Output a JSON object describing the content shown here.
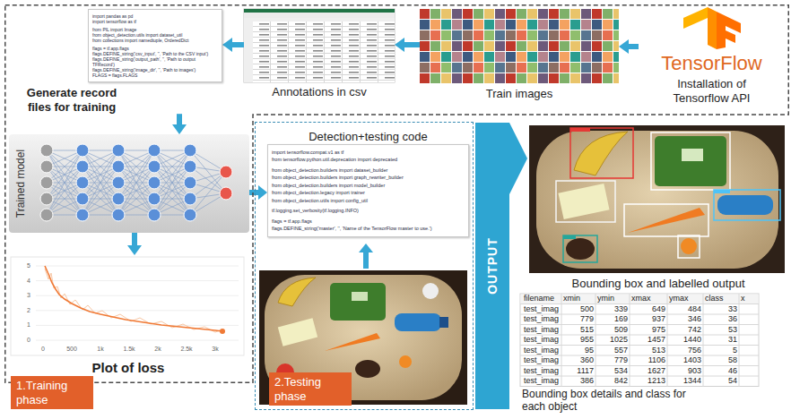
{
  "diagram": {
    "nodes": [
      {
        "text": [
          "1.Training phase"
        ]
      },
      {
        "text": [
          "TensorFlow",
          "Installation of Tensorflow API"
        ],
        "in": 0
      },
      {
        "text": [
          "Train images"
        ],
        "in": 0
      },
      {
        "text": [
          "Annotations in csv"
        ],
        "in": 0
      },
      {
        "text": [
          "import pandas as pd",
          "import tensorflow as tf",
          "from PIL import Image",
          "from object_detection.utils import dataset_util",
          "from collections import namedtuple, OrderedDict",
          "flags = tf.app.flags",
          "flags.DEFINE_string('csv_input', '', 'Path to the CSV input')",
          "flags.DEFINE_string('output_path', '', 'Path to output TFRecord')",
          "flags.DEFINE_string('image_dir', '', 'Path to images')",
          "FLAGS = flags.FLAGS",
          "Generate record files for training"
        ],
        "in": 0
      },
      {
        "text": [
          "Trained model"
        ],
        "in": 0
      },
      {
        "text": [
          "Plot of loss"
        ],
        "in": 0
      },
      {
        "text": [
          "2.Testing phase"
        ]
      },
      {
        "text": [
          "Detection+testing code",
          "import tensorflow.compat.v1 as tf",
          "from tensorflow.python.util.deprecation import deprecated",
          "from object_detection.builders import dataset_builder",
          "from object_detection.builders import graph_rewriter_builder",
          "from object_detection.builders import model_builder",
          "from object_detection.legacy import trainer",
          "from object_detection.utils import config_util",
          "tf.logging.set_verbosity(tf.logging.INFO)",
          "flags = tf.app.flags",
          "flags.DEFINE_string('master', '', 'Name of the TensorFlow master to use.')"
        ],
        "in": 7
      },
      {
        "text": [
          "OUTPUT"
        ]
      },
      {
        "text": [
          "Bounding box and labelled output"
        ]
      }
    ],
    "edges": [
      {
        "from": 1,
        "to": 2,
        "arrow": "to"
      },
      {
        "from": 2,
        "to": 3,
        "arrow": "to"
      },
      {
        "from": 3,
        "to": 4,
        "arrow": "to"
      },
      {
        "from": 4,
        "to": 5,
        "arrow": "to"
      },
      {
        "from": 5,
        "to": 6,
        "arrow": "to"
      },
      {
        "from": 5,
        "to": 8,
        "arrow": "to"
      }
    ],
    "labels": [
      "5",
      "4",
      "3",
      "2",
      "1",
      "0",
      "0",
      "500",
      "1k",
      "1.5k",
      "2k",
      "2.5k",
      "3k",
      "filename",
      "xmin",
      "ymin",
      "xmax",
      "ymax",
      "class",
      "x",
      "test_imag",
      "500",
      "339",
      "649",
      "484",
      "33",
      "test_imag",
      "779",
      "169",
      "937",
      "346",
      "36",
      "test_imag",
      "515",
      "509",
      "975",
      "742",
      "53",
      "test_imag",
      "955",
      "1025",
      "1457",
      "1440",
      "31",
      "test_imag",
      "95",
      "557",
      "513",
      "756",
      "5",
      "test_imag",
      "360",
      "779",
      "1106",
      "1403",
      "58",
      "test_imag",
      "1117",
      "534",
      "1627",
      "903",
      "46",
      "test_imag",
      "386",
      "842",
      "1213",
      "1344",
      "54",
      "Bounding box details and class for each object"
    ]
  }
}
